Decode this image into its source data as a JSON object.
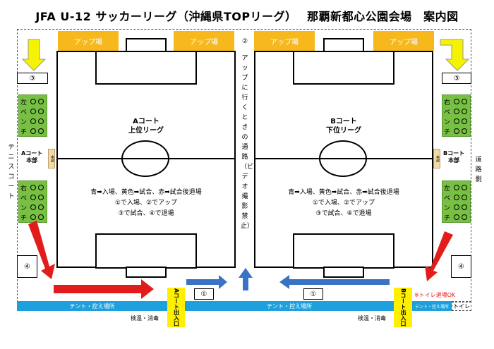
{
  "title": "JFA U-12 サッカーリーグ（沖縄県TOPリーグ）　 那覇新都心公園会場　案内図",
  "warmup": {
    "label": "アップ場"
  },
  "courts": {
    "a": {
      "name": "Aコート",
      "sub": "上位リーグ",
      "honbu1": "Aコート",
      "honbu2": "本部"
    },
    "b": {
      "name": "Bコート",
      "sub": "下位リーグ",
      "honbu1": "Bコート",
      "honbu2": "本部"
    }
  },
  "rules": {
    "line1": "青➡入場、黄色➡試合、赤➡試合後退場",
    "line2": "①で入場、②でアップ",
    "line3": "③で試合、④で退場"
  },
  "path": {
    "number": "②",
    "text": "アップに行くときの通路（ビデオ撮影禁止）"
  },
  "bench": {
    "left": "左ベンチ",
    "right": "右ベンチ",
    "circle": "○"
  },
  "numbers": {
    "one": "①",
    "three": "③",
    "four": "④"
  },
  "tennis": "テニスコート",
  "road": "道路側",
  "tent": {
    "label": "テント・控え場所",
    "small": "テント・控え場所"
  },
  "toilet": "トイレ",
  "toilet_note": "※トイレ退場OK",
  "check": "検温・消毒",
  "entrance": {
    "a": "Aコート出入口",
    "b": "Bコート出入口"
  },
  "tab_chars": "本部",
  "colors": {
    "warmup": "#f6b81c",
    "bench": "#77c043",
    "tent": "#1ea0dc",
    "entrance": "#ffef00",
    "red_arrow": "#e21b1b",
    "blue_arrow": "#3b73c4",
    "yellow_arrow": "#f4f400",
    "note": "#e21b1b"
  }
}
